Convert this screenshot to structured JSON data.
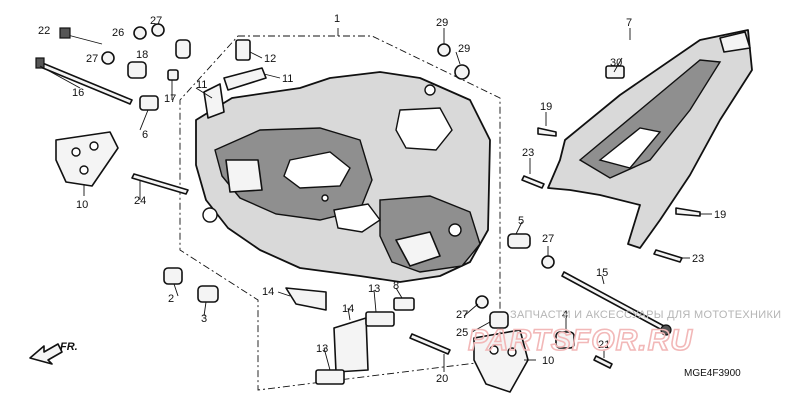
{
  "diagram_code": "MGE4F3900",
  "direction_label": "FR.",
  "watermark": {
    "text": "ЗАПЧАСТИ И АКСЕССУАРЫ ДЛЯ МОТОТЕХНИКИ",
    "logo": "PARTSFOR.RU"
  },
  "callouts": [
    "1",
    "2",
    "3",
    "4",
    "5",
    "6",
    "7",
    "8",
    "10",
    "10",
    "11",
    "11",
    "12",
    "13",
    "13",
    "14",
    "14",
    "15",
    "16",
    "17",
    "18",
    "19",
    "19",
    "20",
    "21",
    "22",
    "23",
    "23",
    "24",
    "25",
    "26",
    "27",
    "27",
    "27",
    "27",
    "29",
    "29",
    "30"
  ]
}
